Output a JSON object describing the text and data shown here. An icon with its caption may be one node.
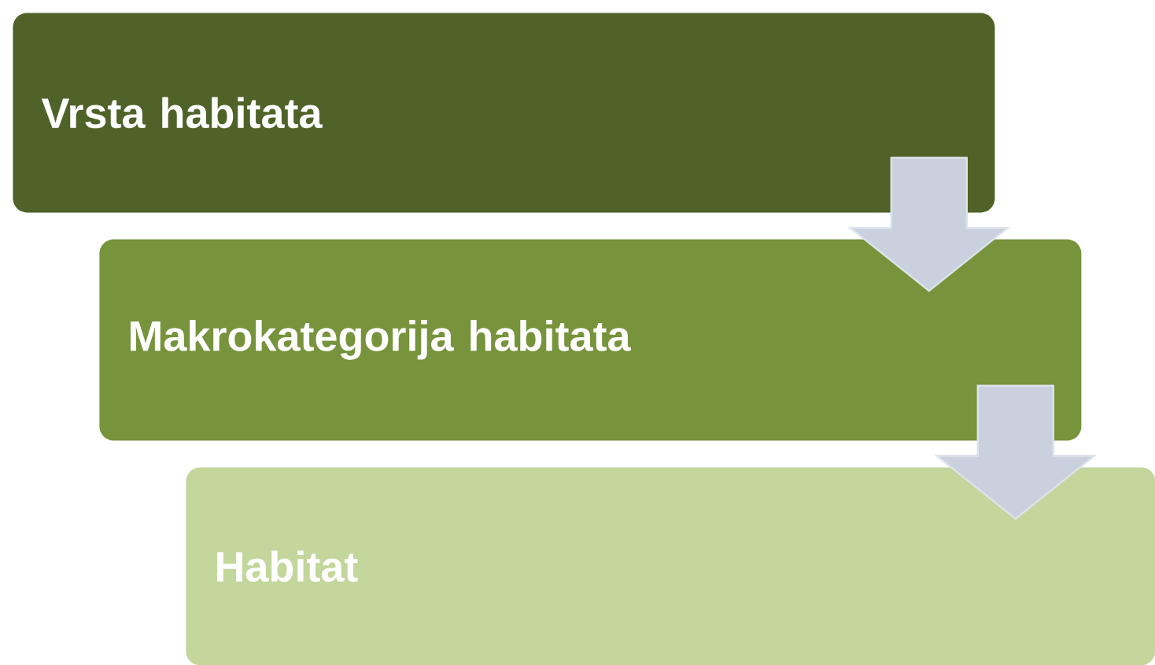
{
  "diagram": {
    "nodes": [
      {
        "text": [
          "Vrsta habitata"
        ]
      },
      {
        "text": [
          "Makrokategorija habitata"
        ]
      },
      {
        "text": [
          "Habitat"
        ]
      }
    ],
    "edges": [
      {
        "from": 0,
        "to": 1,
        "arrow": "to"
      },
      {
        "from": 1,
        "to": 2,
        "arrow": "to"
      }
    ]
  }
}
